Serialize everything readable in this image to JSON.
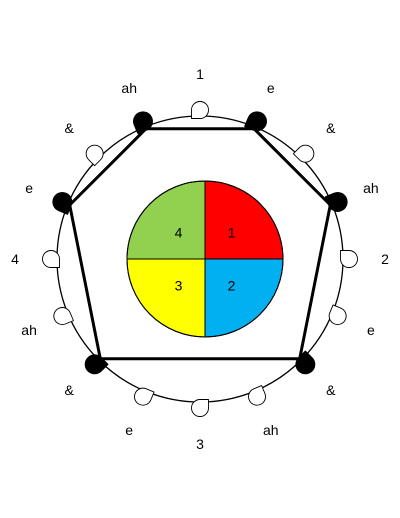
{
  "diagram": {
    "outer_circle_color": "#000000",
    "pentagon_color": "#000000",
    "beats": [
      {
        "label": "1",
        "filled": false
      },
      {
        "label": "e",
        "filled": true
      },
      {
        "label": "&",
        "filled": false
      },
      {
        "label": "ah",
        "filled": true
      },
      {
        "label": "2",
        "filled": false
      },
      {
        "label": "e",
        "filled": false
      },
      {
        "label": "&",
        "filled": true
      },
      {
        "label": "ah",
        "filled": false
      },
      {
        "label": "3",
        "filled": false
      },
      {
        "label": "e",
        "filled": false
      },
      {
        "label": "&",
        "filled": true
      },
      {
        "label": "ah",
        "filled": false
      },
      {
        "label": "4",
        "filled": false
      },
      {
        "label": "e",
        "filled": true
      },
      {
        "label": "&",
        "filled": false
      },
      {
        "label": "ah",
        "filled": true
      }
    ],
    "quadrants": [
      {
        "label": "1",
        "color": "#ff0000"
      },
      {
        "label": "2",
        "color": "#00b0f0"
      },
      {
        "label": "3",
        "color": "#ffff00"
      },
      {
        "label": "4",
        "color": "#92d050"
      }
    ]
  }
}
